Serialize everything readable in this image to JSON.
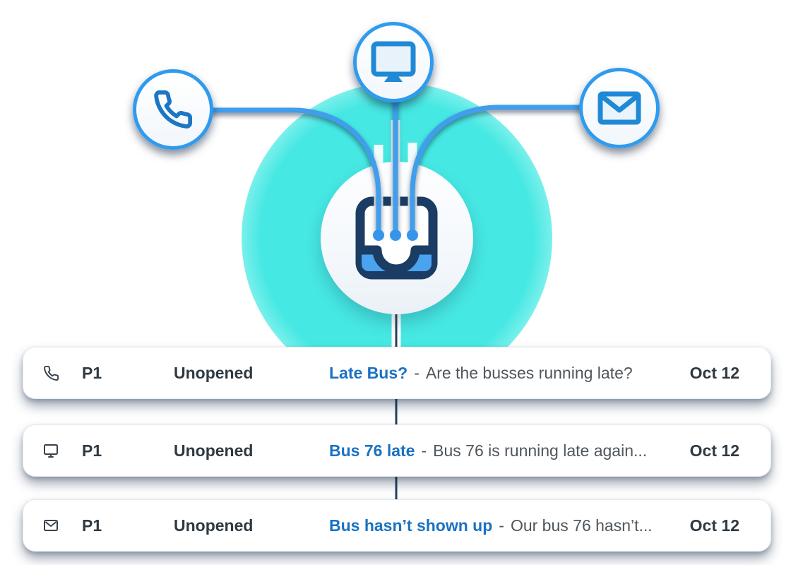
{
  "diagram": {
    "channels": [
      {
        "name": "phone",
        "icon": "phone-icon"
      },
      {
        "name": "web",
        "icon": "monitor-icon"
      },
      {
        "name": "email",
        "icon": "envelope-icon"
      }
    ],
    "hub": {
      "icon": "inbox-icon"
    },
    "colors": {
      "glow_cyan": "#40e7e2",
      "line_blue": "#3f9eec",
      "ring_blue": "#2e9bef",
      "glyph_blue": "#1d76c4",
      "navy": "#1b3c63",
      "tray_blue": "#4aa3ef"
    }
  },
  "ticket_list": {
    "separator": "-",
    "text_colors": {
      "subject": "#1a72c2",
      "body": "#4f565c",
      "dark": "#2f3941"
    },
    "rows": [
      {
        "channel": "phone",
        "priority": "P1",
        "status": "Unopened",
        "subject": "Late Bus?",
        "preview": "Are the busses running late?",
        "date": "Oct 12"
      },
      {
        "channel": "web",
        "priority": "P1",
        "status": "Unopened",
        "subject": "Bus 76 late",
        "preview": "Bus 76 is running late again...",
        "date": "Oct 12"
      },
      {
        "channel": "email",
        "priority": "P1",
        "status": "Unopened",
        "subject": "Bus hasn’t shown up",
        "preview": "Our bus 76 hasn’t...",
        "date": "Oct 12"
      }
    ]
  }
}
